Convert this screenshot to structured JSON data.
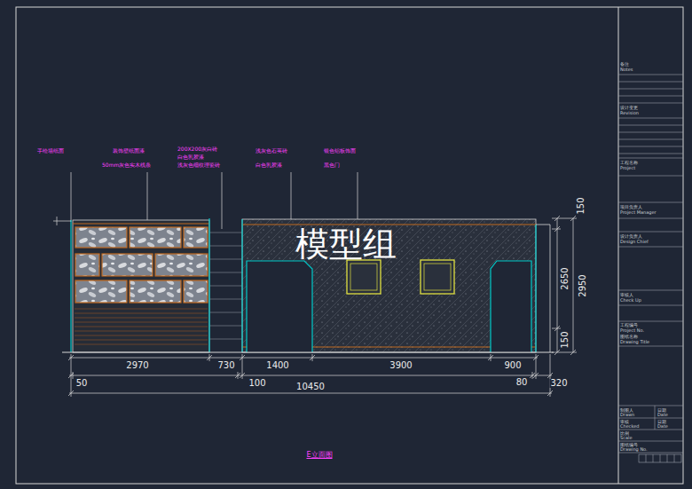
{
  "diagram": {
    "caption": "E立面图",
    "labels": [
      "模型组",
      "手绘墙纸面",
      "装饰壁纸面漆",
      "50mm灰色实木线条",
      "200X200灰白砖",
      "白色乳胶漆",
      "浅灰色细纹理瓷砖",
      "浅灰色石英砖",
      "白色乳胶漆",
      "银色铝板饰面",
      "黑色门",
      "150",
      "2950",
      "2650",
      "150",
      "2970",
      "730",
      "1400",
      "3900",
      "900",
      "50",
      "100",
      "80",
      "320",
      "10450",
      "备注",
      "Notes",
      "设计变更",
      "Revision",
      "工程名称",
      "Project",
      "项目负责人",
      "Project Manager",
      "设计负责人",
      "Design Chief",
      "审核人",
      "Check Up",
      "工程编号",
      "Project No.",
      "图纸名称",
      "Drawing Title",
      "制图人",
      "Drawn",
      "日期",
      "Date",
      "审核",
      "Checked",
      "日期",
      "Date",
      "比例",
      "Scale",
      "图纸编号",
      "Drawing No."
    ]
  }
}
